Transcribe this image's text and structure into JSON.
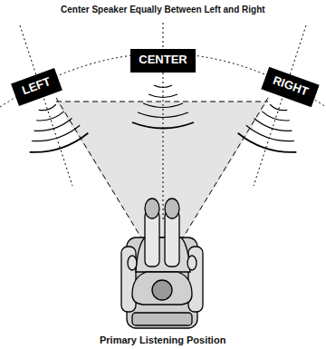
{
  "diagram": {
    "title": "Center Speaker Equally Between Left and Right",
    "caption": "Primary Listening Position",
    "nodes": [
      {
        "text": [
          "LEFT"
        ]
      },
      {
        "text": [
          "CENTER"
        ]
      },
      {
        "text": [
          "RIGHT"
        ]
      }
    ]
  }
}
